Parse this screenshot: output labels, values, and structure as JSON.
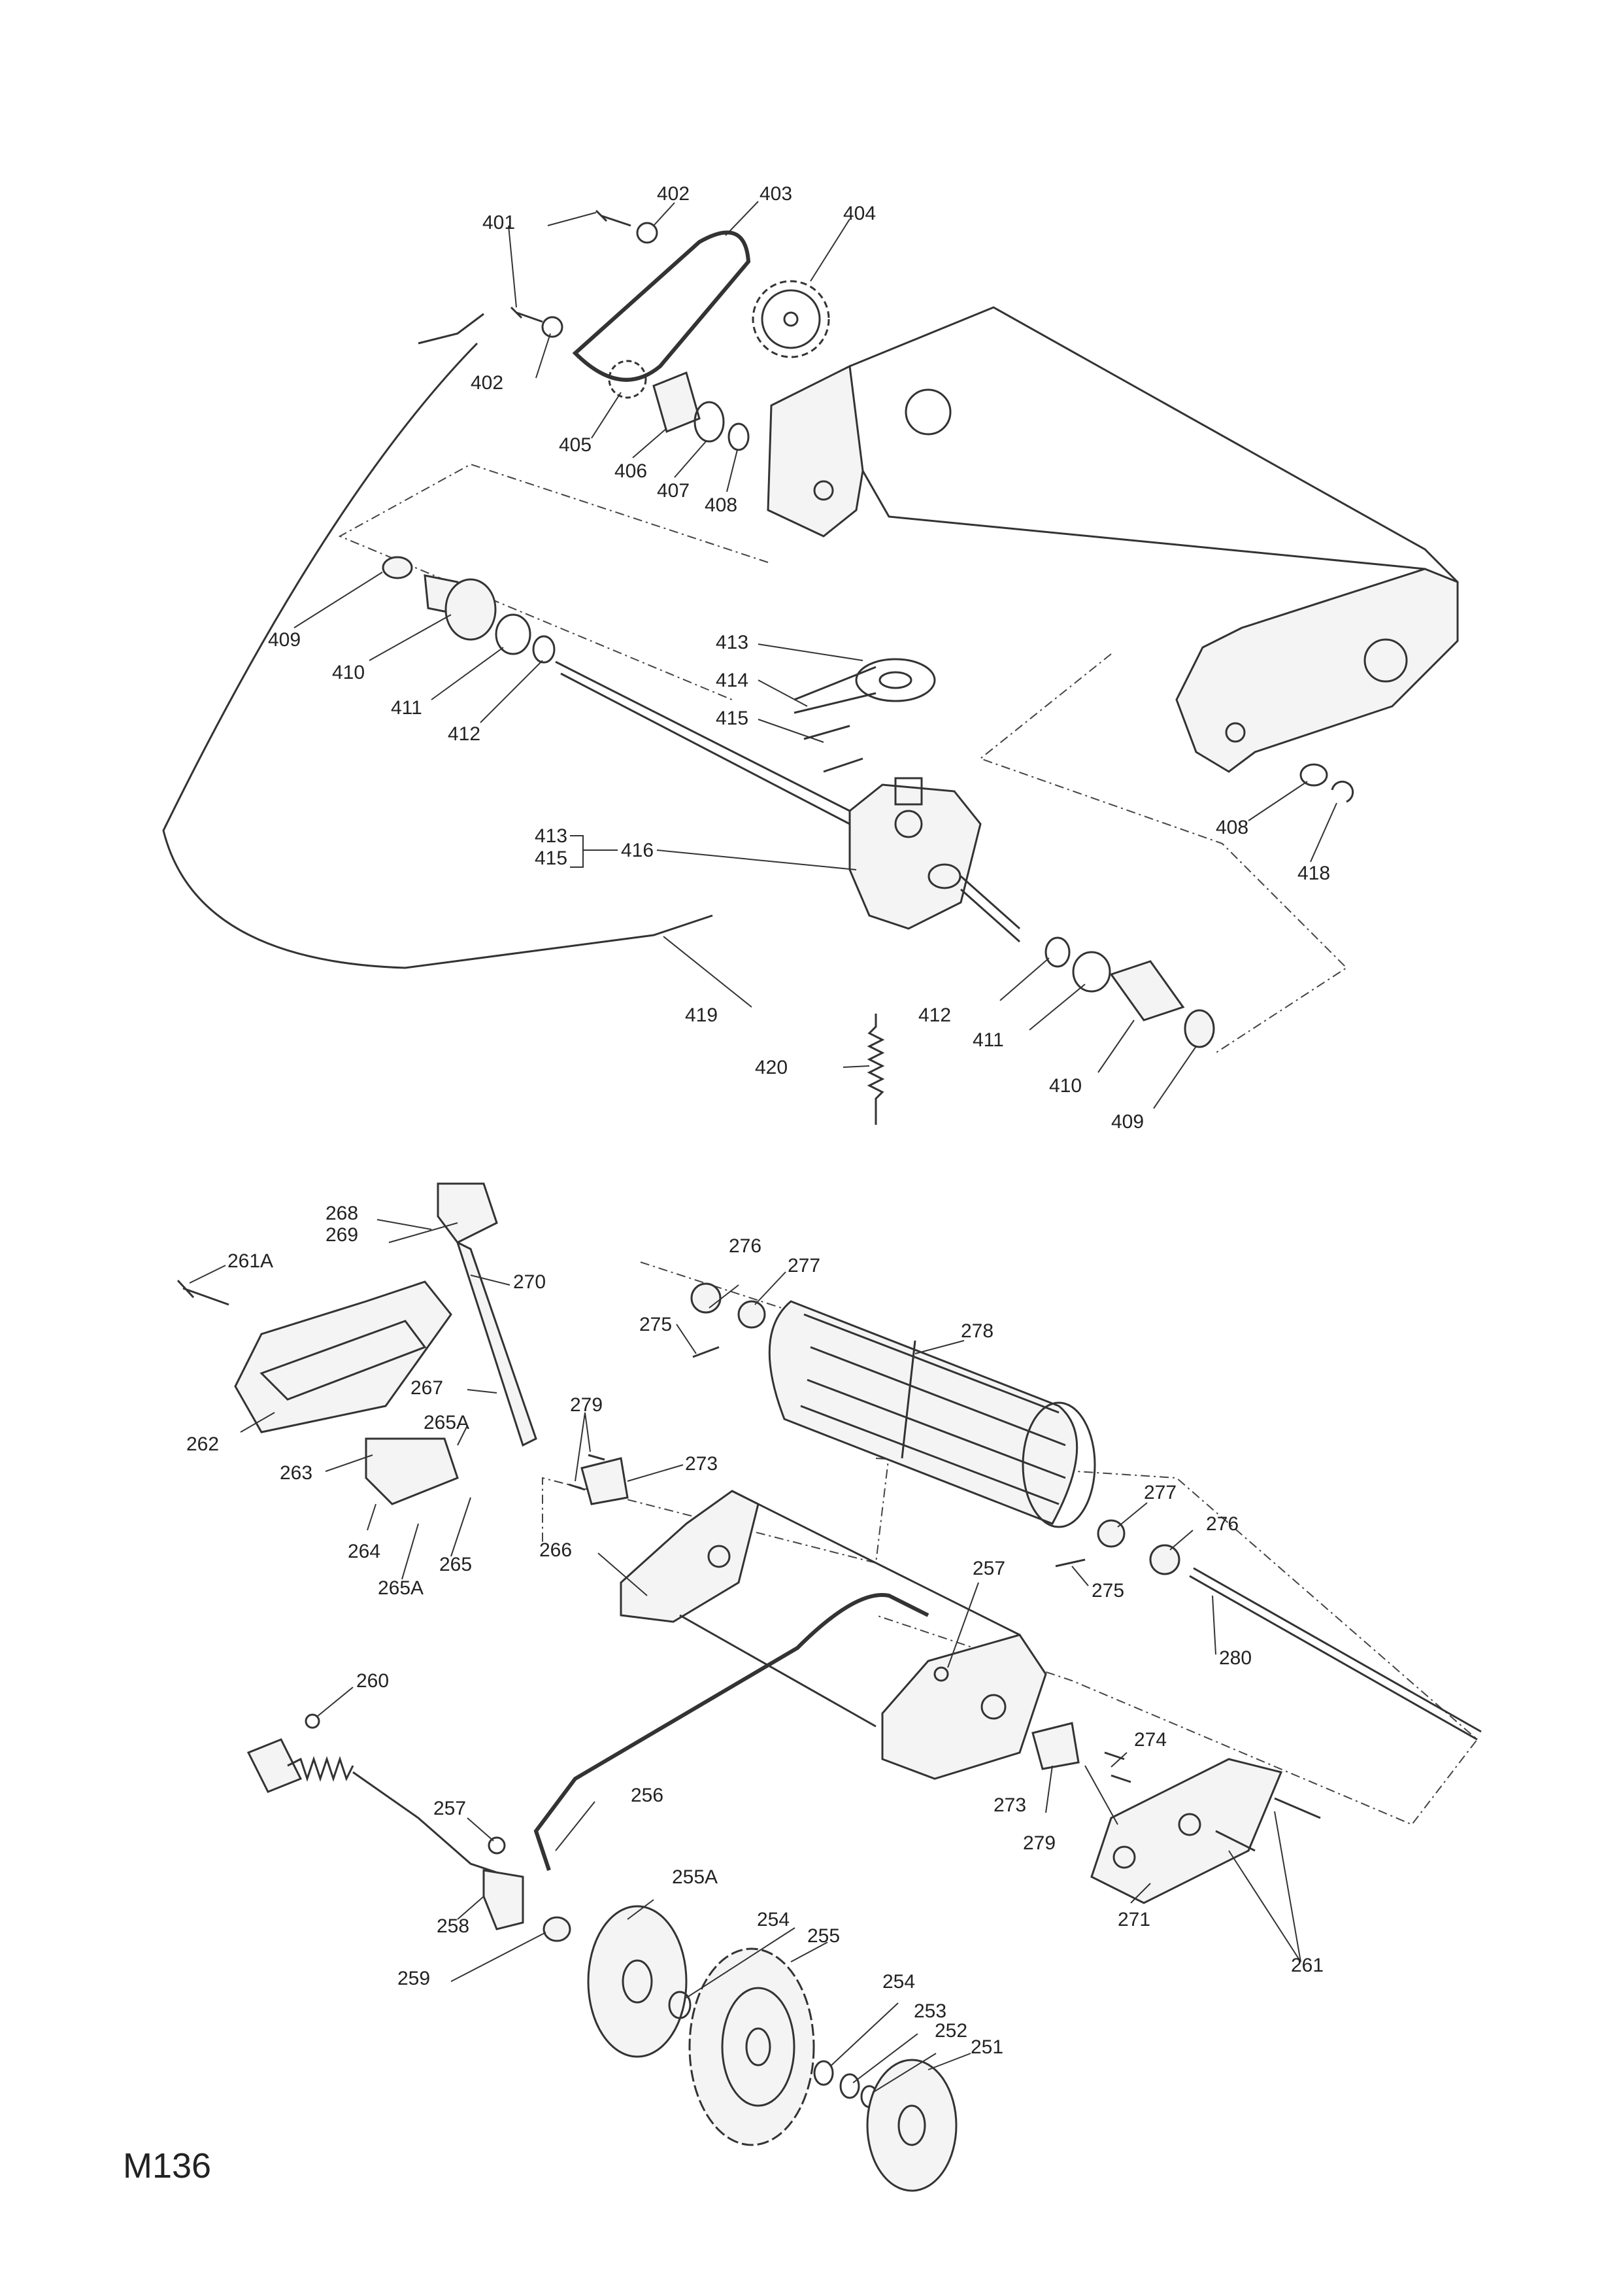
{
  "drawing_code": "M136",
  "labels": {
    "l401": "401",
    "l402a": "402",
    "l402b": "402",
    "l403": "403",
    "l404": "404",
    "l405": "405",
    "l406": "406",
    "l407": "407",
    "l408a": "408",
    "l408b": "408",
    "l409a": "409",
    "l409b": "409",
    "l410a": "410",
    "l410b": "410",
    "l411a": "411",
    "l411b": "411",
    "l412a": "412",
    "l412b": "412",
    "l413a": "413",
    "l413b": "413",
    "l414": "414",
    "l415a": "415",
    "l415b": "415",
    "l416": "416",
    "l418": "418",
    "l419": "419",
    "l420": "420",
    "l251": "251",
    "l252": "252",
    "l253": "253",
    "l254a": "254",
    "l254b": "254",
    "l255": "255",
    "l255A": "255A",
    "l256": "256",
    "l257a": "257",
    "l257b": "257",
    "l258": "258",
    "l259": "259",
    "l260": "260",
    "l261": "261",
    "l261A": "261A",
    "l262": "262",
    "l263": "263",
    "l264": "264",
    "l265": "265",
    "l265Aa": "265A",
    "l265Ab": "265A",
    "l266": "266",
    "l267": "267",
    "l268": "268",
    "l269": "269",
    "l270": "270",
    "l271": "271",
    "l273a": "273",
    "l273b": "273",
    "l274": "274",
    "l275a": "275",
    "l275b": "275",
    "l276a": "276",
    "l276b": "276",
    "l277a": "277",
    "l277b": "277",
    "l278": "278",
    "l279a": "279",
    "l279b": "279",
    "l280": "280"
  }
}
